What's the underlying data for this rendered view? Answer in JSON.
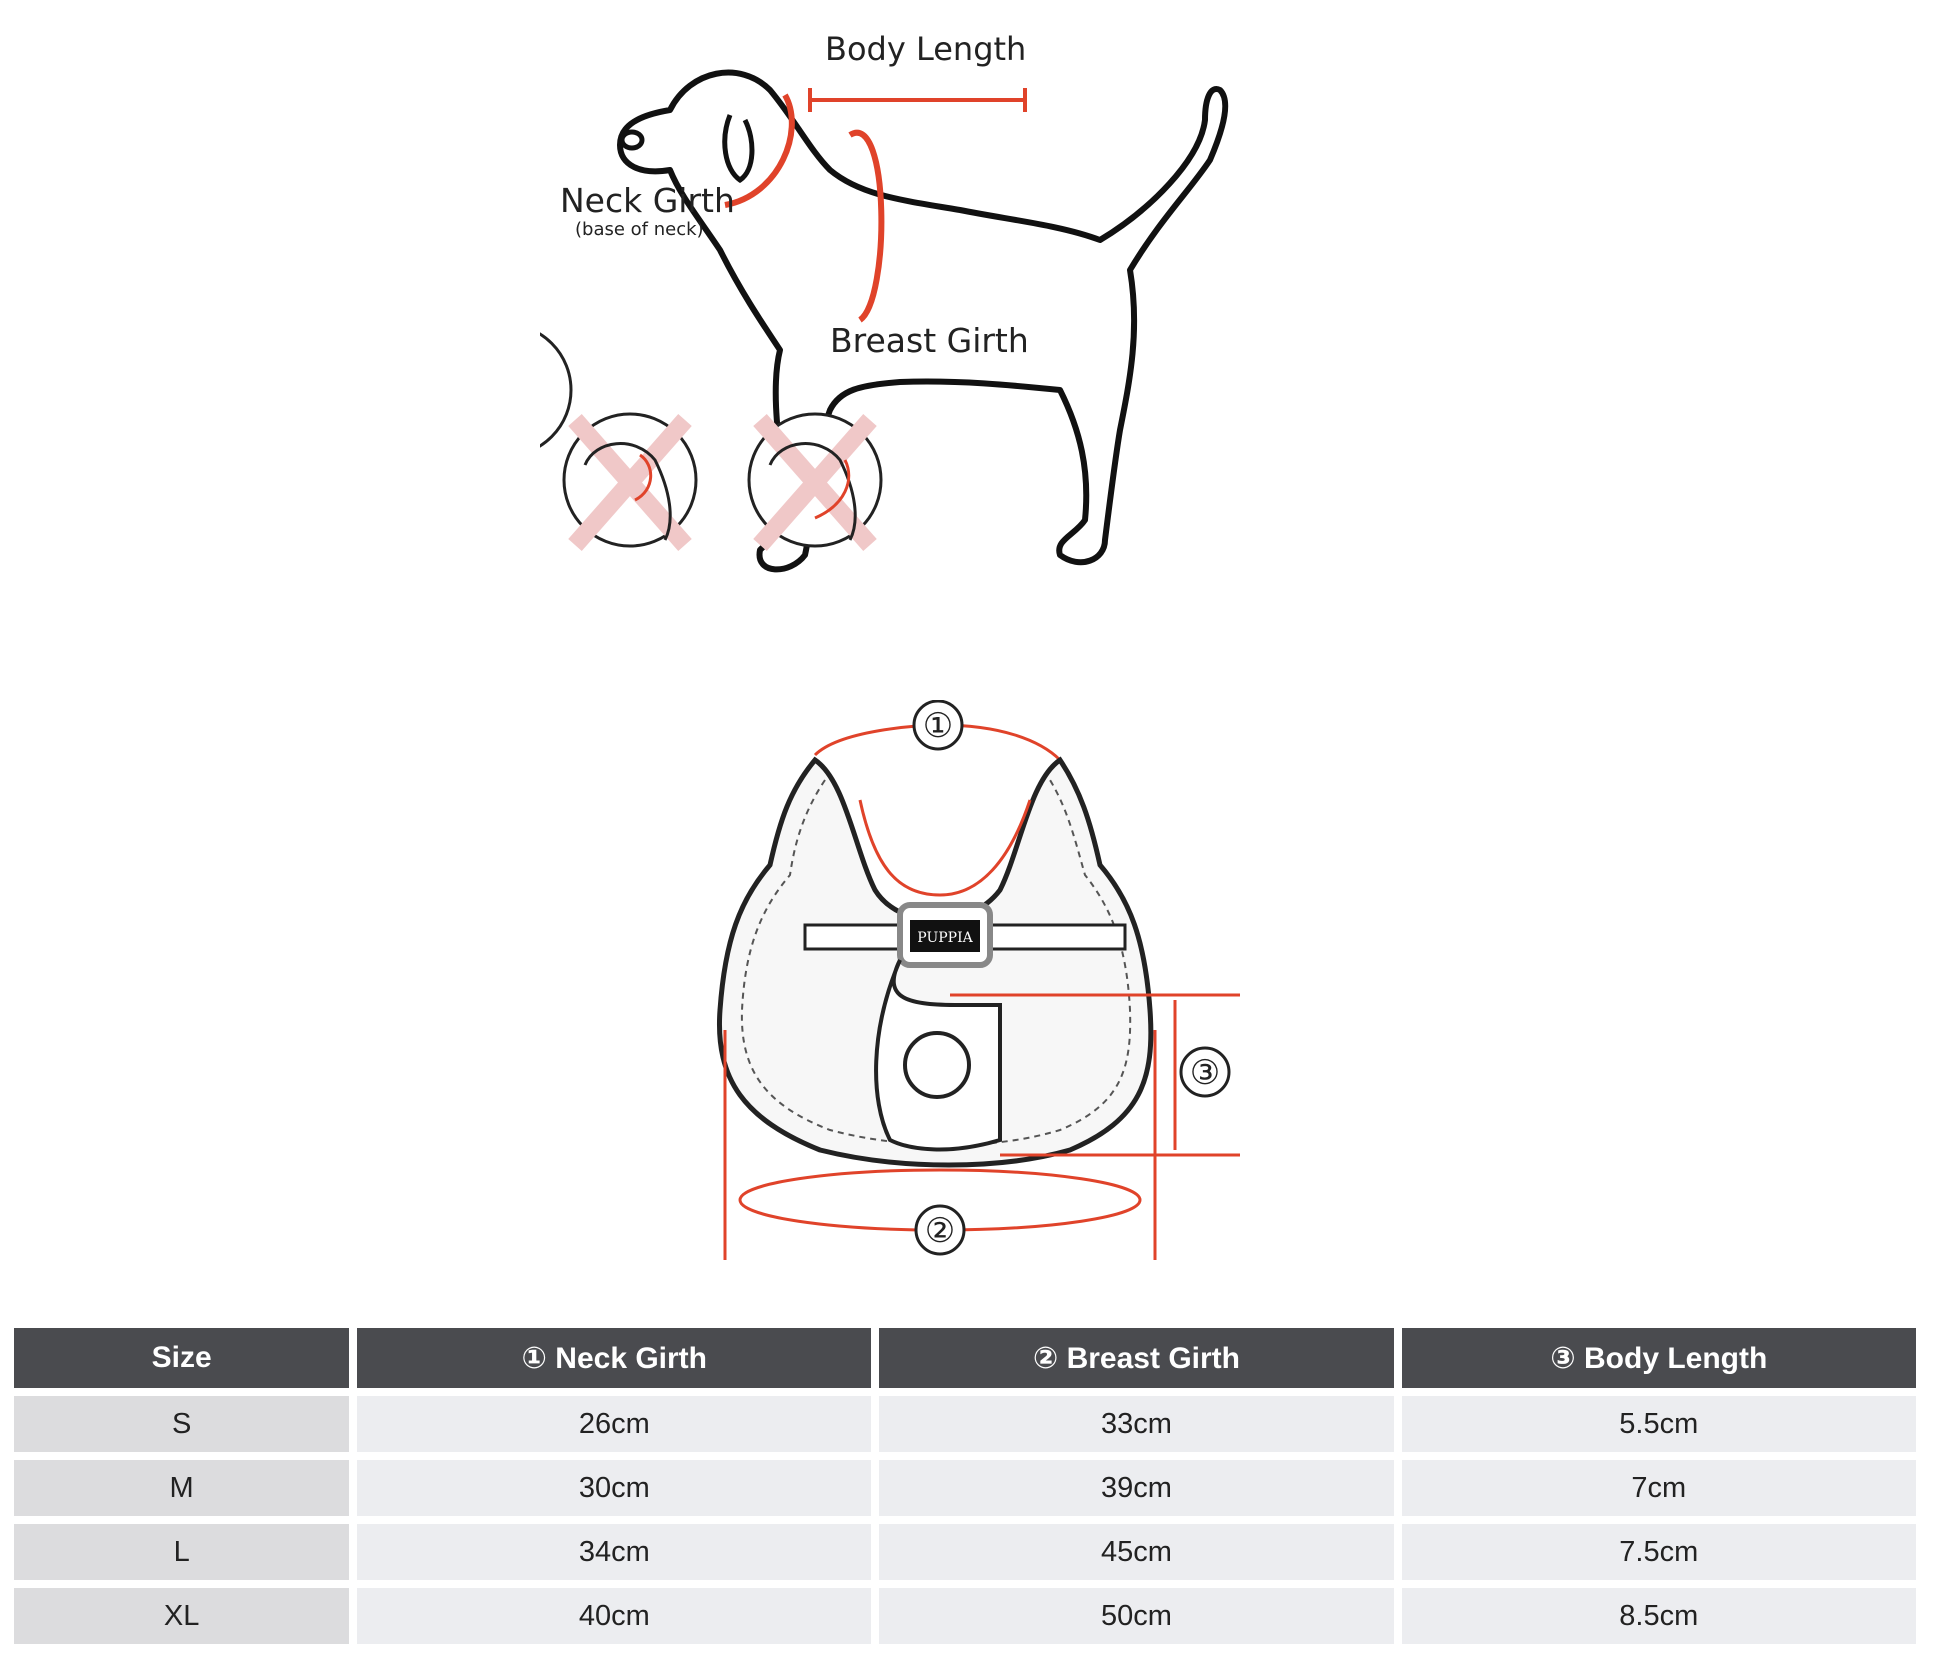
{
  "dog_diagram": {
    "body_length_label": "Body Length",
    "neck_girth_label": "Neck Girth",
    "neck_girth_note": "(base of neck)",
    "breast_girth_label": "Breast Girth"
  },
  "harness_diagram": {
    "marker_1": "①",
    "marker_2": "②",
    "marker_3": "③",
    "brand": "PUPPIA",
    "accent_color": "#e0432a"
  },
  "table": {
    "headers": [
      "Size",
      "① Neck Girth",
      "② Breast Girth",
      "③ Body Length"
    ],
    "rows": [
      [
        "S",
        "26cm",
        "33cm",
        "5.5cm"
      ],
      [
        "M",
        "30cm",
        "39cm",
        "7cm"
      ],
      [
        "L",
        "34cm",
        "45cm",
        "7.5cm"
      ],
      [
        "XL",
        "40cm",
        "50cm",
        "8.5cm"
      ]
    ]
  }
}
